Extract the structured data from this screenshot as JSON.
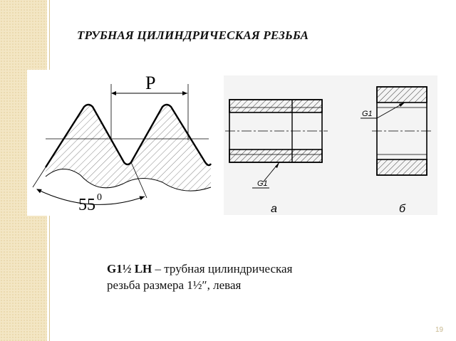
{
  "slide": {
    "title": "ТРУБНАЯ ЦИЛИНДРИЧЕСКАЯ РЕЗЬБА",
    "page_number": "19"
  },
  "thread_profile": {
    "pitch_label": "P",
    "angle_label": "55",
    "angle_unit_label": "0"
  },
  "sections": {
    "callout_a": "G1",
    "callout_b": "G1",
    "label_a": "а",
    "label_b": "б"
  },
  "caption": {
    "designation": "G1½ LH",
    "text_line1": " – трубная цилиндрическая",
    "text_line2": "резьба размера 1½″, левая"
  }
}
